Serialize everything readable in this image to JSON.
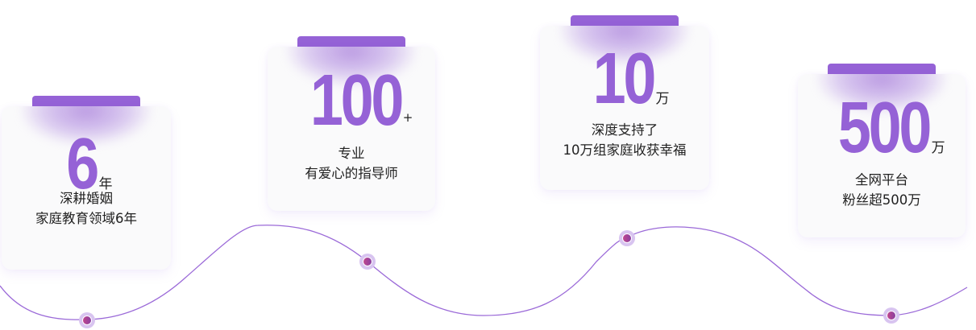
{
  "colors": {
    "accent": "#9562d6",
    "card_bg": "#fafafb",
    "text": "#222222",
    "wave_line": "#9b6ad8",
    "dot_fill": "#b03d8f",
    "dot_halo": "#d8c4f0"
  },
  "stats": [
    {
      "value": "6",
      "unit": "年",
      "lines": [
        "深耕婚姻",
        "家庭教育领域6年"
      ]
    },
    {
      "value": "100",
      "unit": "+",
      "lines": [
        "专业",
        "有爱心的指导师"
      ]
    },
    {
      "value": "10",
      "unit": "万",
      "lines": [
        "深度支持了",
        "10万组家庭收获幸福"
      ]
    },
    {
      "value": "500",
      "unit": "万",
      "lines": [
        "全网平台",
        "粉丝超500万"
      ]
    }
  ],
  "timeline": {
    "markers": 4
  }
}
